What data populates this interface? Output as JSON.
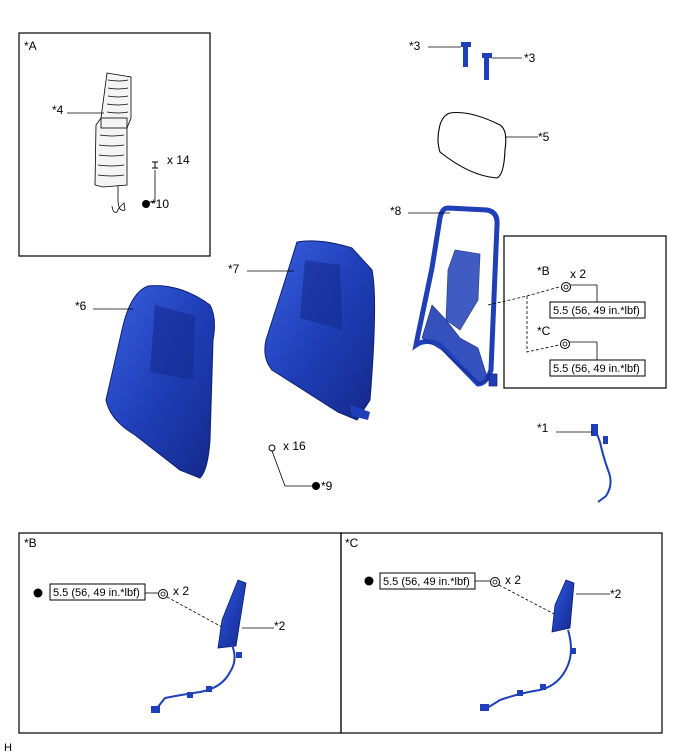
{
  "callouts": {
    "c1": "*1",
    "c2_b": "*2",
    "c2_c": "*2",
    "c3_left": "*3",
    "c3_right": "*3",
    "c4": "*4",
    "c5": "*5",
    "c6": "*6",
    "c7": "*7",
    "c8": "*8",
    "c9": "*9",
    "c10": "*10"
  },
  "quantities": {
    "q10": "x 14",
    "q9": "x 16",
    "qB_top": "x 2",
    "qB_detail": "x 2",
    "qC_detail": "x 2"
  },
  "boxes": {
    "box_a": "*A",
    "box_b": "*B",
    "box_c": "*C",
    "inset_b": "*B",
    "inset_c": "*C"
  },
  "torque": {
    "t1": "5.5 (56, 49 in.*lbf)",
    "t2": "5.5 (56, 49 in.*lbf)",
    "t3": "5.5 (56, 49 in.*lbf)",
    "t4": "5.5 (56, 49 in.*lbf)"
  },
  "footer": {
    "code": "H"
  },
  "colors": {
    "part_blue": "#1f3fb8",
    "part_blue_light": "#3a5fe0",
    "line": "#000000"
  }
}
